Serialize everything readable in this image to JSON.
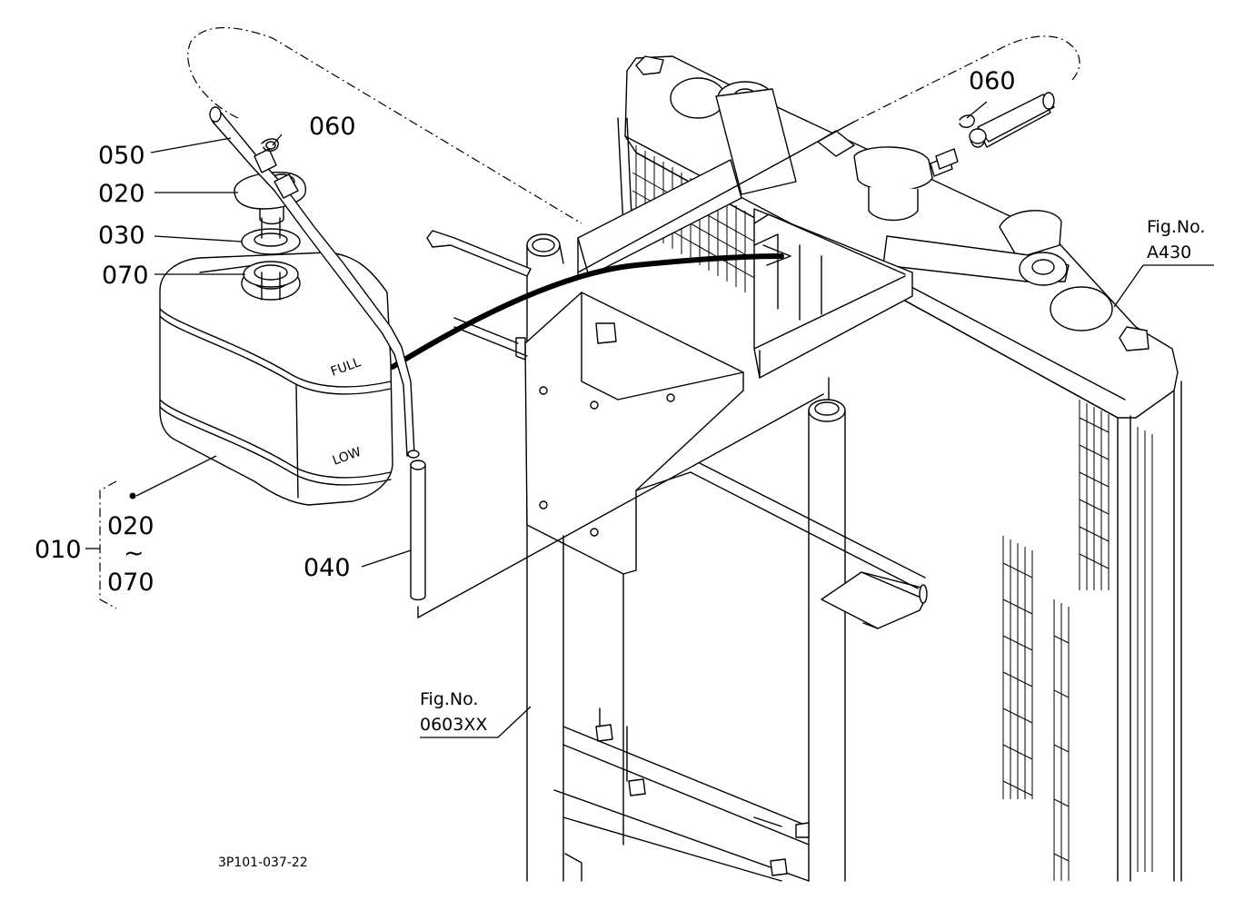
{
  "diagram": {
    "parts": {
      "p010": "010",
      "p020_top": "020",
      "p030": "030",
      "p070_top": "070",
      "p050": "050",
      "p060_left": "060",
      "p060_right": "060",
      "p040": "040",
      "range_from": "020",
      "range_sep": "~",
      "range_to": "070"
    },
    "references": {
      "fig_a430_line1": "Fig.No.",
      "fig_a430_line2": "A430",
      "fig_0603_line1": "Fig.No.",
      "fig_0603_line2": "0603XX"
    },
    "tank_marks": {
      "full": "FULL",
      "low": "LOW"
    },
    "drawing_code": "3P101-037-22"
  }
}
